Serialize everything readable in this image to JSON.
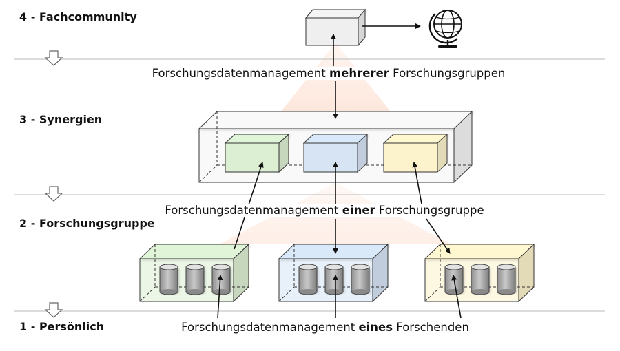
{
  "levels": {
    "level4": "4 - Fachcommunity",
    "level3": "3 - Synergien",
    "level2": "2 - Forschungsgruppe",
    "level1": "1 - Persönlich"
  },
  "captions": {
    "top": {
      "before": "Forschungsdatenmanagement ",
      "bold": "mehrerer",
      "after": " Forschungsgruppen"
    },
    "middle": {
      "before": "Forschungsdatenmanagement ",
      "bold": "einer",
      "after": " Forschungsgruppe"
    },
    "bottom": {
      "before": "Forschungsdatenmanagement ",
      "bold": "eines",
      "after": " Forschenden"
    }
  },
  "icons": {
    "globe": "globe-icon",
    "level_arrow": "down-arrow-icon",
    "database": "database-cylinder-icon"
  },
  "colors": {
    "green": "#dcefd3",
    "blue": "#d6e4f4",
    "yellow": "#fcf2cb",
    "gray": "#efefef",
    "divider": "#c8c8c8",
    "beam": "#fde3d6"
  }
}
